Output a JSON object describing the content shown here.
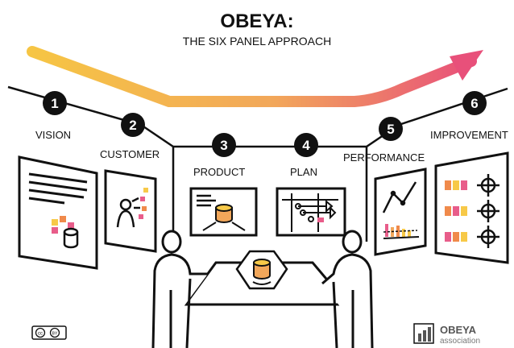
{
  "header": {
    "title": "OBEYA:",
    "subtitle": "THE SIX PANEL APPROACH"
  },
  "panels": [
    {
      "number": "1",
      "label": "VISION"
    },
    {
      "number": "2",
      "label": "CUSTOMER"
    },
    {
      "number": "3",
      "label": "PRODUCT"
    },
    {
      "number": "4",
      "label": "PLAN"
    },
    {
      "number": "5",
      "label": "PERFORMANCE"
    },
    {
      "number": "6",
      "label": "IMPROVEMENT"
    }
  ],
  "footer": {
    "license_cc": "cc",
    "license_by": "BY",
    "logo_name": "OBEYA",
    "logo_sub": "association"
  },
  "colors": {
    "arrow_start": "#f6c544",
    "arrow_end": "#e8507a",
    "sticky_yellow": "#f7c948",
    "sticky_orange": "#f08a4b",
    "sticky_pink": "#e85d8a",
    "line": "#111111"
  },
  "icons": [
    "process-arrow-icon",
    "people-icon",
    "database-icon",
    "line-chart-icon",
    "bar-chart-icon",
    "target-icon",
    "cc-license-icon",
    "obeya-logo-icon"
  ]
}
